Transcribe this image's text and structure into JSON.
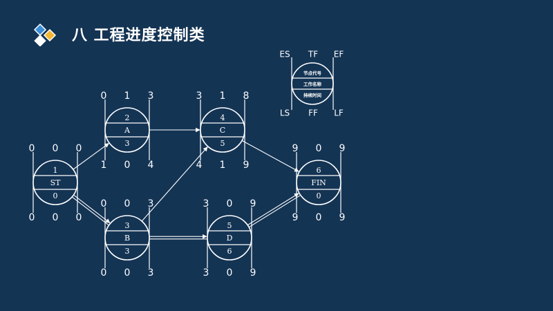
{
  "title": "八  工程进度控制类",
  "icon": "diamond-logo-icon",
  "colors": {
    "background": "#143454",
    "line": "#ffffff",
    "logo_blue": "#3a8fd6",
    "logo_yellow": "#f2b634",
    "logo_white": "#ffffff"
  },
  "legend": {
    "top": [
      "ES",
      "TF",
      "EF"
    ],
    "bottom": [
      "LS",
      "FF",
      "LF"
    ],
    "rows": [
      "节点代号",
      "工作名称",
      "持续时间"
    ]
  },
  "nodes": [
    {
      "id": "ST",
      "code": "1",
      "name": "ST",
      "duration": "0",
      "top": [
        "0",
        "0",
        "0"
      ],
      "bottom": [
        "0",
        "0",
        "0"
      ]
    },
    {
      "id": "A",
      "code": "2",
      "name": "A",
      "duration": "3",
      "top": [
        "0",
        "1",
        "3"
      ],
      "bottom": [
        "1",
        "0",
        "4"
      ]
    },
    {
      "id": "B",
      "code": "3",
      "name": "B",
      "duration": "3",
      "top": [
        "0",
        "0",
        "3"
      ],
      "bottom": [
        "0",
        "0",
        "3"
      ]
    },
    {
      "id": "C",
      "code": "4",
      "name": "C",
      "duration": "5",
      "top": [
        "3",
        "1",
        "8"
      ],
      "bottom": [
        "4",
        "1",
        "9"
      ]
    },
    {
      "id": "D",
      "code": "5",
      "name": "D",
      "duration": "6",
      "top": [
        "3",
        "0",
        "9"
      ],
      "bottom": [
        "3",
        "0",
        "9"
      ]
    },
    {
      "id": "FIN",
      "code": "6",
      "name": "FIN",
      "duration": "0",
      "top": [
        "9",
        "0",
        "9"
      ],
      "bottom": [
        "9",
        "0",
        "9"
      ]
    }
  ],
  "edges": [
    {
      "from": "ST",
      "to": "A",
      "critical": false
    },
    {
      "from": "ST",
      "to": "B",
      "critical": true
    },
    {
      "from": "A",
      "to": "C",
      "critical": false
    },
    {
      "from": "B",
      "to": "C",
      "critical": false
    },
    {
      "from": "B",
      "to": "D",
      "critical": true
    },
    {
      "from": "C",
      "to": "FIN",
      "critical": false
    },
    {
      "from": "D",
      "to": "FIN",
      "critical": true
    }
  ]
}
